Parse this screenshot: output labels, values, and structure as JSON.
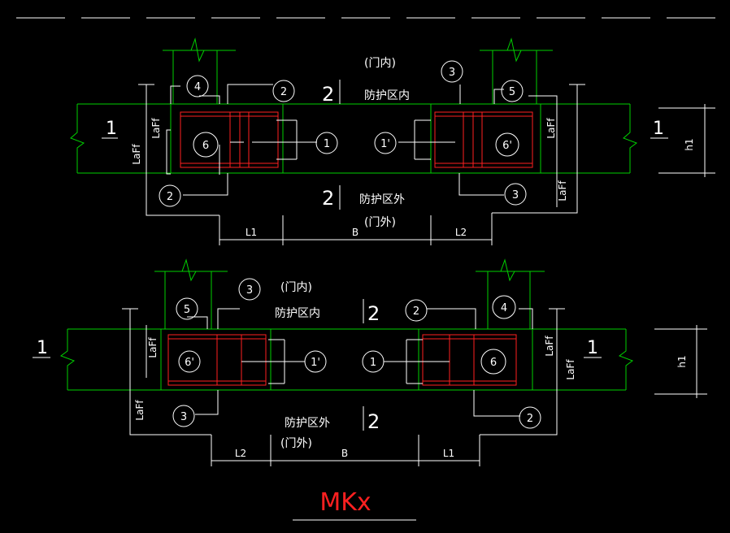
{
  "drawing": {
    "title": "MKx",
    "colors": {
      "background": "#000000",
      "line": "#ffffff",
      "wall": "#00d000",
      "rebar": "#ff2020",
      "title": "#ff2020"
    },
    "top_plan": {
      "inside_label": "(门内)",
      "inside_zone": "防护区内",
      "outside_zone": "防护区外",
      "outside_label": "(门外)",
      "section_number": "2",
      "section_left": "1",
      "section_right": "1",
      "h_label": "h1",
      "anchor_label": "LaFf",
      "dims": [
        "L1",
        "B",
        "L2"
      ],
      "callouts": [
        "4",
        "2",
        "3",
        "5",
        "6",
        "1",
        "1'",
        "6'",
        "2",
        "3"
      ]
    },
    "bottom_plan": {
      "inside_label": "(门内)",
      "inside_zone": "防护区内",
      "outside_zone": "防护区外",
      "outside_label": "(门外)",
      "section_number": "2",
      "section_left": "1",
      "section_right": "1",
      "h_label": "h1",
      "anchor_label": "LaFf",
      "dims": [
        "L2",
        "B",
        "L1"
      ],
      "callouts": [
        "5",
        "3",
        "2",
        "4",
        "6'",
        "1'",
        "1",
        "6",
        "3",
        "2"
      ]
    }
  }
}
